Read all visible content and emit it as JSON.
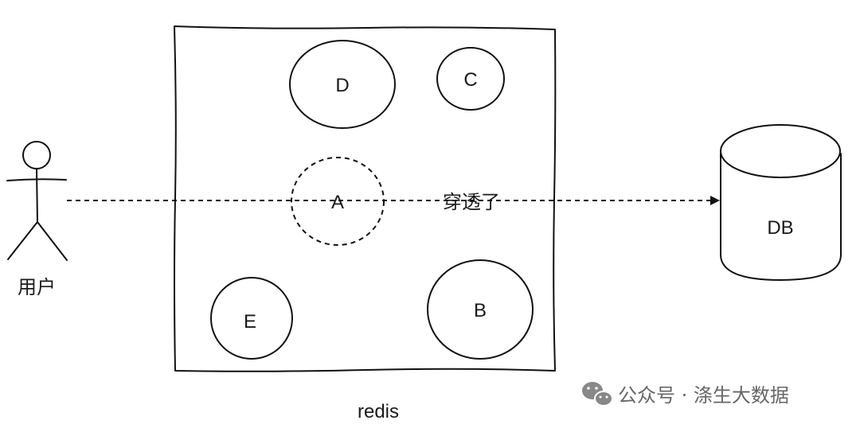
{
  "user": {
    "label": "用户"
  },
  "cache": {
    "label": "redis",
    "nodes": {
      "a": "A",
      "b": "B",
      "c": "C",
      "d": "D",
      "e": "E"
    }
  },
  "edge": {
    "label": "穿透了"
  },
  "database": {
    "label": "DB"
  },
  "watermark": {
    "text": "公众号 · 涤生大数据",
    "icon": "wechat-icon"
  }
}
